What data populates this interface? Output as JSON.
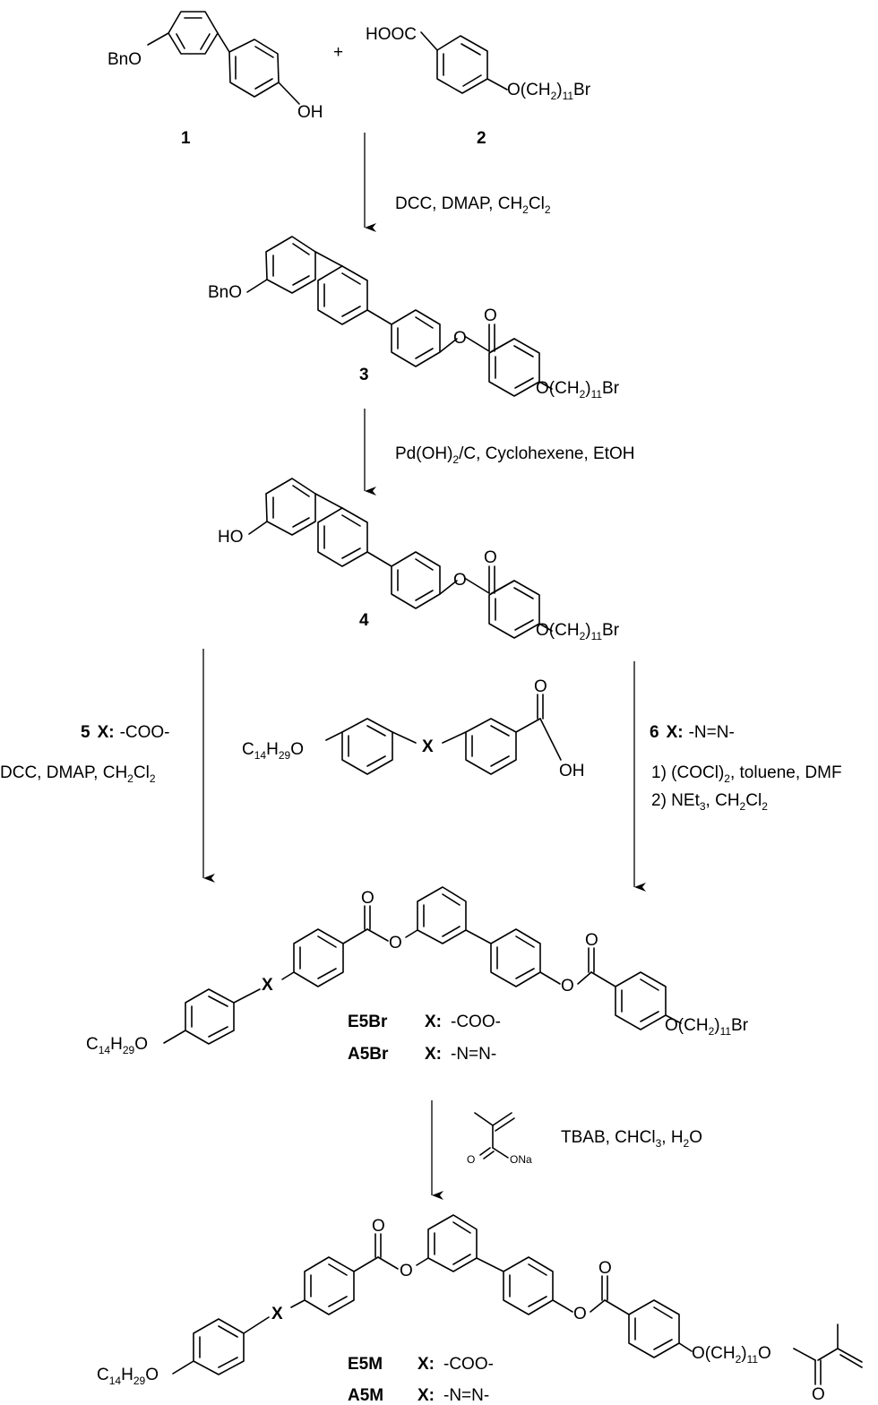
{
  "compounds": {
    "c1": {
      "number": "1",
      "group_left": "BnO",
      "group_right": "OH"
    },
    "c2": {
      "number": "2",
      "acid": "HOOC",
      "chain_prefix": "O(CH",
      "chain_sub2": "2",
      "chain_mid": ")",
      "chain_sub11": "11",
      "chain_suffix": "Br"
    },
    "c3": {
      "number": "3",
      "group_left": "BnO",
      "chain_prefix": "O(CH",
      "chain_sub2": "2",
      "chain_mid": ")",
      "chain_sub11": "11",
      "chain_suffix": "Br"
    },
    "c4": {
      "number": "4",
      "group_left": "HO",
      "chain_prefix": "O(CH",
      "chain_sub2": "2",
      "chain_mid": ")",
      "chain_sub11": "11",
      "chain_suffix": "Br"
    },
    "acid": {
      "alkyl_c": "C",
      "alkyl_14": "14",
      "alkyl_h": "H",
      "alkyl_29": "29",
      "alkyl_o": "O",
      "x": "X",
      "oh": "OH"
    },
    "e5br": {
      "x": "X",
      "alkyl_c": "C",
      "alkyl_14": "14",
      "alkyl_h": "H",
      "alkyl_29": "29",
      "alkyl_o": "O",
      "chain_prefix": "O(CH",
      "chain_sub2": "2",
      "chain_mid": ")",
      "chain_sub11": "11",
      "chain_suffix": "Br",
      "name1": "E5Br",
      "x1_label": "X:",
      "x1_value": "-COO-",
      "name2": "A5Br",
      "x2_label": "X:",
      "x2_value": "-N=N-"
    },
    "e5m": {
      "x": "X",
      "alkyl_c": "C",
      "alkyl_14": "14",
      "alkyl_h": "H",
      "alkyl_29": "29",
      "alkyl_o": "O",
      "chain_prefix": "O(CH",
      "chain_sub2": "2",
      "chain_mid": ")",
      "chain_sub11": "11",
      "chain_suffix": "O",
      "name1": "E5M",
      "x1_label": "X:",
      "x1_value": "-COO-",
      "name2": "A5M",
      "x2_label": "X:",
      "x2_value": "-N=N-"
    }
  },
  "atoms": {
    "o": "O",
    "ona": "ONa"
  },
  "plus": "+",
  "steps": {
    "s1": {
      "text": "DCC, DMAP, CH",
      "sub2": "2",
      "cl": "Cl",
      "sub2b": "2"
    },
    "s2": {
      "text": "Pd(OH)",
      "sub2": "2",
      "rest": "/C, Cyclohexene, EtOH"
    },
    "s3": {
      "number": "5",
      "x_label": "X:",
      "x_value": "-COO-",
      "cond": "DCC, DMAP, CH",
      "sub2": "2",
      "cl": "Cl",
      "sub2b": "2"
    },
    "s4": {
      "number": "6",
      "x_label": "X:",
      "x_value": "-N=N-",
      "line1a": "1) (COCl)",
      "line1sub": "2",
      "line1b": ", toluene, DMF",
      "line2a": "2) NEt",
      "line2sub": "3",
      "line2b": ", CH",
      "line2sub2": "2",
      "line2c": "Cl",
      "line2sub3": "2"
    },
    "s5": {
      "text": "TBAB, CHCl",
      "sub3": "3",
      "mid": ", H",
      "sub2": "2",
      "end": "O"
    }
  }
}
